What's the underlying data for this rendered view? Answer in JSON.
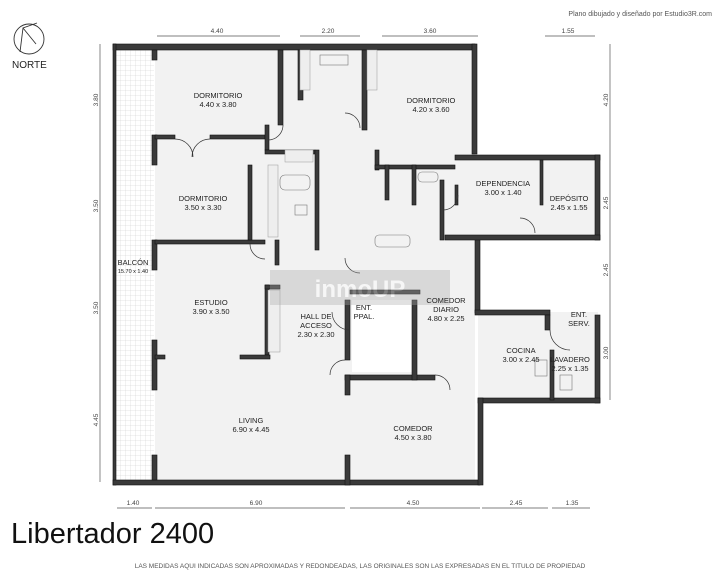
{
  "credit": "Plano dibujado y diseñado por Estudio3R.com",
  "north_label": "NORTE",
  "title": "Libertador 2400",
  "disclaimer": "LAS MEDIDAS AQUI INDICADAS SON APROXIMADAS Y REDONDEADAS, LAS ORIGINALES SON LAS EXPRESADAS EN EL TITULO DE PROPIEDAD",
  "watermark": "inmoUP",
  "dimensions": {
    "top": [
      "4.40",
      "2.20",
      "3.60",
      "1.55"
    ],
    "bottom": [
      "1.40",
      "6.90",
      "4.50",
      "2.45",
      "1.35"
    ],
    "left": [
      "3.80",
      "3.50",
      "3.50",
      "4.45"
    ],
    "right": [
      "4.20",
      "2.45",
      "2.45",
      "3.00"
    ]
  },
  "rooms": [
    {
      "name": "DORMITORIO",
      "size": "4.40 x 3.80"
    },
    {
      "name": "DORMITORIO",
      "size": "4.20 x 3.60"
    },
    {
      "name": "DORMITORIO",
      "size": "3.50 x 3.30"
    },
    {
      "name": "DEPENDENCIA",
      "size": "3.00 x 1.40"
    },
    {
      "name": "DEPÓSITO",
      "size": "2.45 x 1.55"
    },
    {
      "name": "BALCÓN",
      "size": "15.70 x 1.40"
    },
    {
      "name": "ESTUDIO",
      "size": "3.90 x 3.50"
    },
    {
      "name": "HALL DE",
      "name2": "ACCESO",
      "size": "2.30 x 2.30"
    },
    {
      "name": "ENT.",
      "name2": "PPAL."
    },
    {
      "name": "COMEDOR",
      "name2": "DIARIO",
      "size": "4.80 x 2.25"
    },
    {
      "name": "ENT.",
      "name2": "SERV."
    },
    {
      "name": "COCINA",
      "size": "3.00 x 2.45"
    },
    {
      "name": "LAVADERO",
      "size": "2.25 x 1.35"
    },
    {
      "name": "LIVING",
      "size": "6.90 x 4.45"
    },
    {
      "name": "COMEDOR",
      "size": "4.50 x 3.80"
    }
  ]
}
